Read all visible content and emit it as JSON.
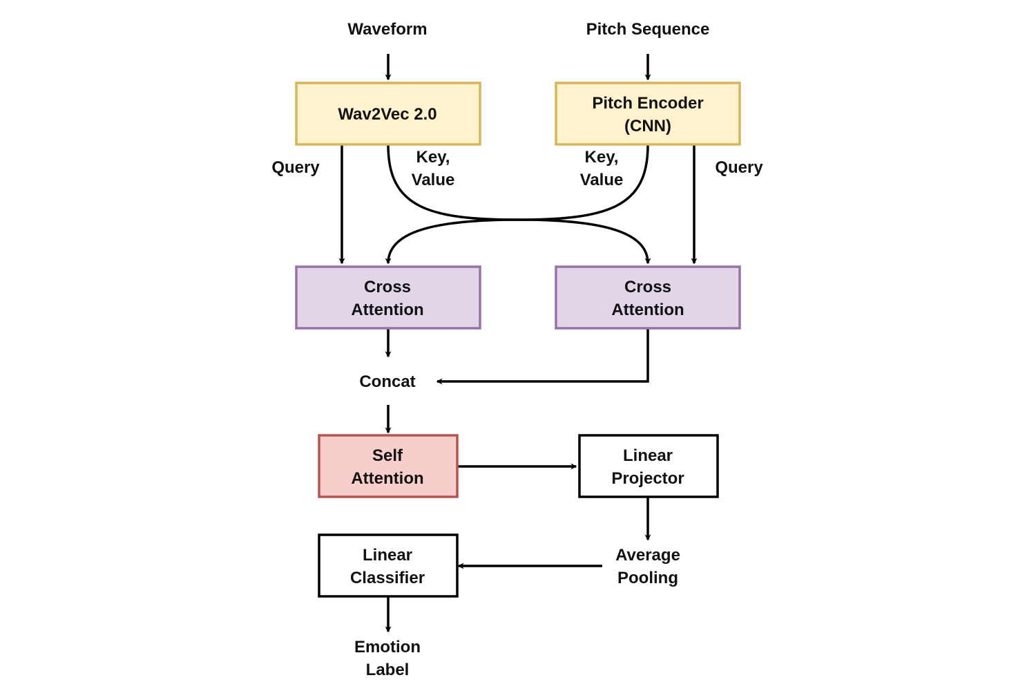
{
  "colors": {
    "yellow_fill": "#fff2cc",
    "yellow_stroke": "#d6b656",
    "purple_fill": "#e1d5e7",
    "purple_stroke": "#9673a6",
    "red_fill": "#f8cecc",
    "red_stroke": "#b85450",
    "white_fill": "#ffffff",
    "black_stroke": "#000000"
  },
  "inputs": {
    "waveform": "Waveform",
    "pitch_sequence": "Pitch Sequence"
  },
  "nodes": {
    "wav2vec": "Wav2Vec 2.0",
    "pitch_encoder": [
      "Pitch Encoder",
      "(CNN)"
    ],
    "cross_attention_left": [
      "Cross",
      "Attention"
    ],
    "cross_attention_right": [
      "Cross",
      "Attention"
    ],
    "concat": "Concat",
    "self_attention": [
      "Self",
      "Attention"
    ],
    "linear_projector": [
      "Linear",
      "Projector"
    ],
    "average_pooling": [
      "Average",
      "Pooling"
    ],
    "linear_classifier": [
      "Linear",
      "Classifier"
    ],
    "emotion_label": [
      "Emotion",
      "Label"
    ]
  },
  "edge_labels": {
    "query_left": "Query",
    "key_value_left": [
      "Key,",
      "Value"
    ],
    "key_value_right": [
      "Key,",
      "Value"
    ],
    "query_right": "Query"
  }
}
